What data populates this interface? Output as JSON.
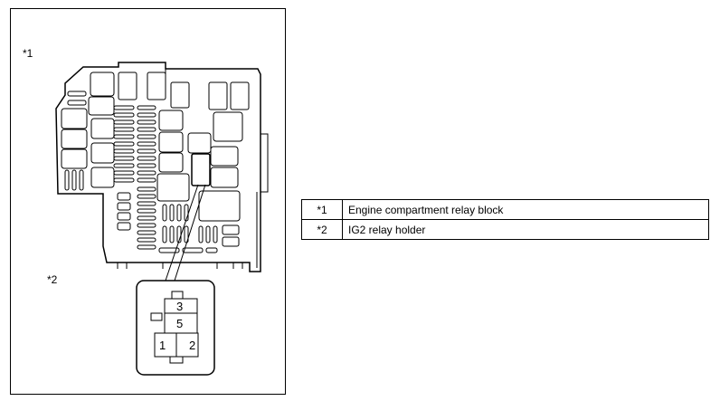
{
  "callouts": {
    "relay_block": "*1",
    "relay_holder": "*2"
  },
  "pins": {
    "p3": "3",
    "p5": "5",
    "p1": "1",
    "p2": "2"
  },
  "legend": [
    {
      "key": "*1",
      "desc": "Engine compartment relay block"
    },
    {
      "key": "*2",
      "desc": "IG2 relay holder"
    }
  ]
}
